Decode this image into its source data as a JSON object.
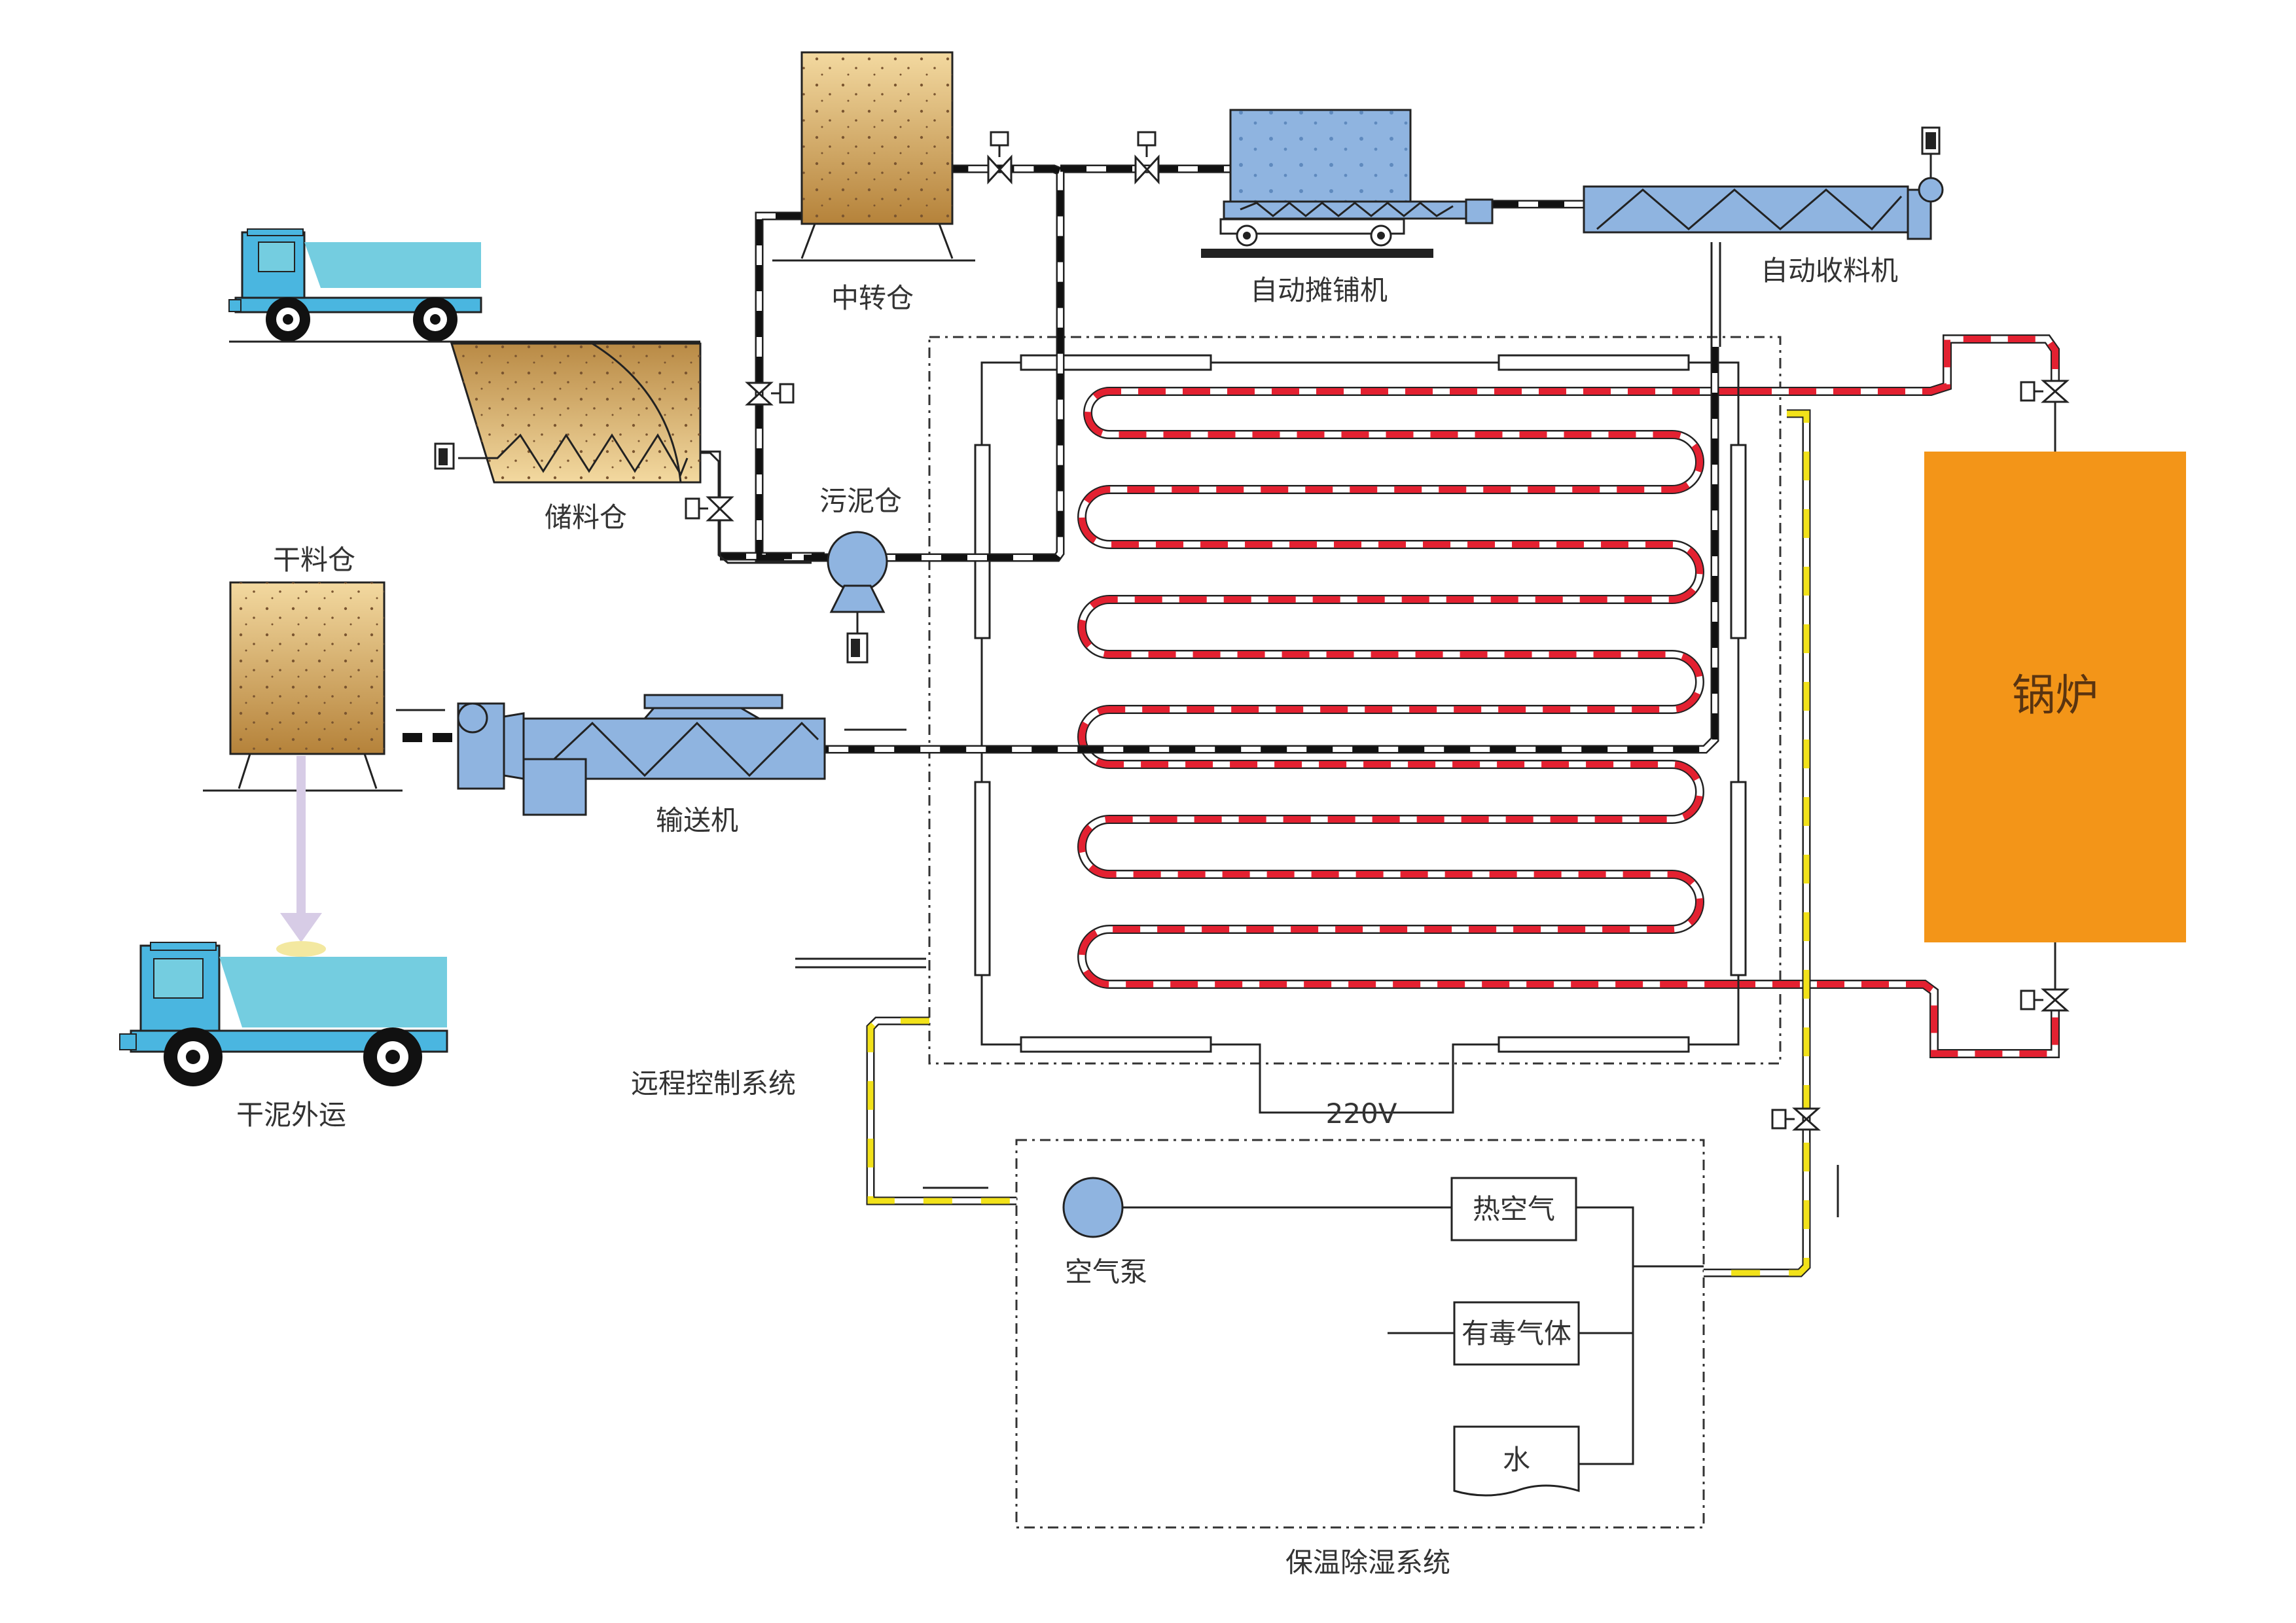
{
  "labels": {
    "transfer_bin": "中转仓",
    "storage_bin": "储料仓",
    "sludge_bin": "污泥仓",
    "dry_bin": "干料仓",
    "conveyor": "输送机",
    "spreader": "自动摊铺机",
    "collector": "自动收料机",
    "boiler": "锅炉",
    "remote_control": "远程控制系统",
    "voltage": "220V",
    "hot_air": "热空气",
    "toxic_gas": "有毒气体",
    "water": "水",
    "air_pump": "空气泵",
    "insulation": "保温除湿系统",
    "dry_sludge_out": "干泥外运"
  },
  "colors": {
    "bin_top": "#f3d9a0",
    "bin_bottom": "#b5823a",
    "equipment_blue": "#8fb4e0",
    "truck_blue": "#4ab6e0",
    "truck_cargo": "#74cde0",
    "boiler_orange": "#f39518",
    "pipe_red": "#e32131",
    "pipe_yellow": "#f2e21a",
    "pipe_black": "#111111",
    "drop_arrow": "#d7cce6"
  }
}
